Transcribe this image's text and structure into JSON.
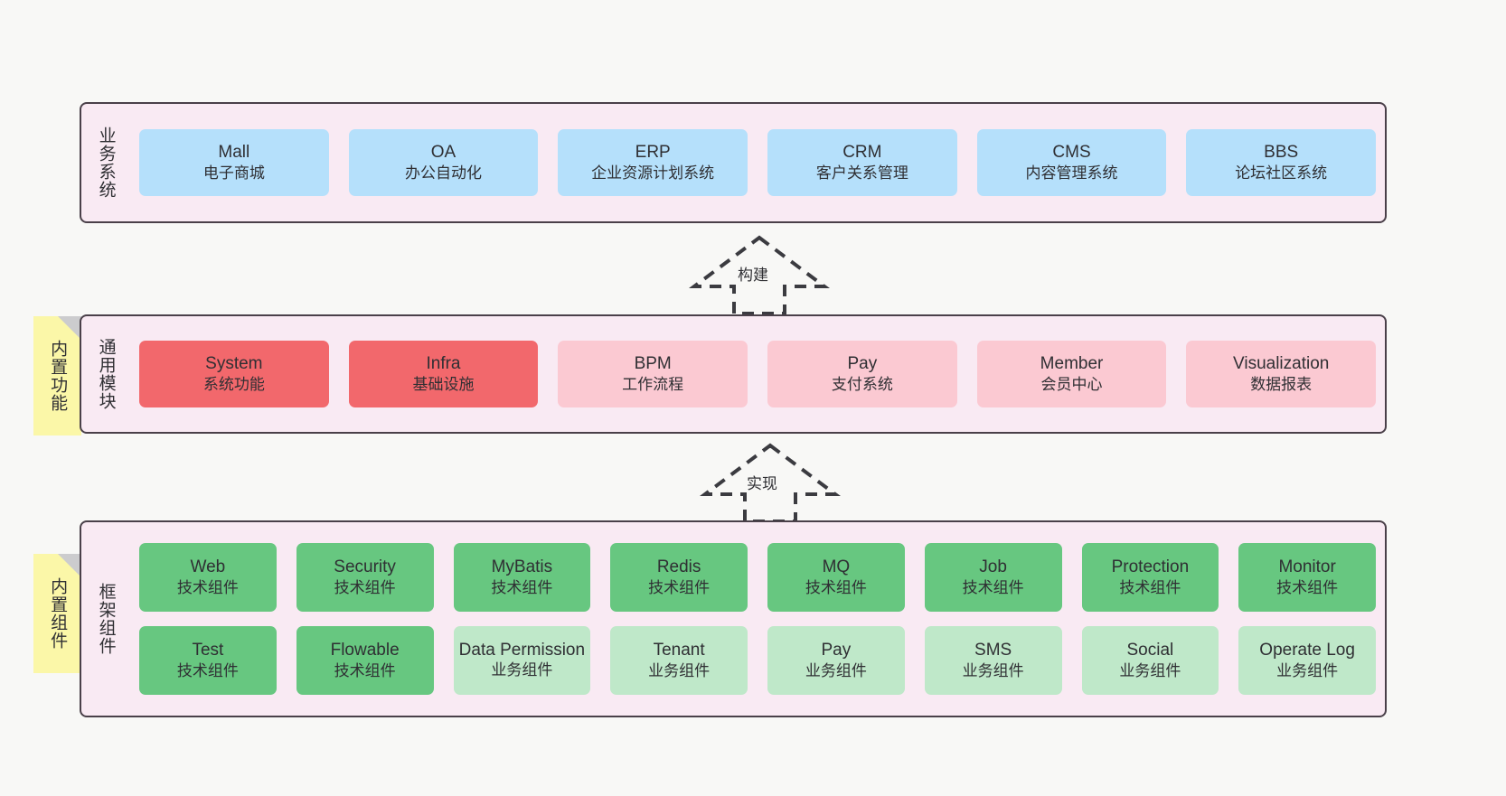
{
  "layers": [
    {
      "id": "business",
      "label": "业务系统",
      "rows": [
        {
          "cards": [
            {
              "en": "Mall",
              "cn": "电子商城",
              "color": "#b5e0fb"
            },
            {
              "en": "OA",
              "cn": "办公自动化",
              "color": "#b5e0fb"
            },
            {
              "en": "ERP",
              "cn": "企业资源计划系统",
              "color": "#b5e0fb"
            },
            {
              "en": "CRM",
              "cn": "客户关系管理",
              "color": "#b5e0fb"
            },
            {
              "en": "CMS",
              "cn": "内容管理系统",
              "color": "#b5e0fb"
            },
            {
              "en": "BBS",
              "cn": "论坛社区系统",
              "color": "#b5e0fb"
            }
          ]
        }
      ]
    },
    {
      "id": "modules",
      "label": "通用模块",
      "rows": [
        {
          "cards": [
            {
              "en": "System",
              "cn": "系统功能",
              "color": "#f2686c"
            },
            {
              "en": "Infra",
              "cn": "基础设施",
              "color": "#f2686c"
            },
            {
              "en": "BPM",
              "cn": "工作流程",
              "color": "#fbc9d2"
            },
            {
              "en": "Pay",
              "cn": "支付系统",
              "color": "#fbc9d2"
            },
            {
              "en": "Member",
              "cn": "会员中心",
              "color": "#fbc9d2"
            },
            {
              "en": "Visualization",
              "cn": "数据报表",
              "color": "#fbc9d2"
            }
          ]
        }
      ]
    },
    {
      "id": "framework",
      "label": "框架组件",
      "rows": [
        {
          "cards": [
            {
              "en": "Web",
              "cn": "技术组件",
              "color": "#67c780"
            },
            {
              "en": "Security",
              "cn": "技术组件",
              "color": "#67c780"
            },
            {
              "en": "MyBatis",
              "cn": "技术组件",
              "color": "#67c780"
            },
            {
              "en": "Redis",
              "cn": "技术组件",
              "color": "#67c780"
            },
            {
              "en": "MQ",
              "cn": "技术组件",
              "color": "#67c780"
            },
            {
              "en": "Job",
              "cn": "技术组件",
              "color": "#67c780"
            },
            {
              "en": "Protection",
              "cn": "技术组件",
              "color": "#67c780"
            },
            {
              "en": "Monitor",
              "cn": "技术组件",
              "color": "#67c780"
            }
          ]
        },
        {
          "cards": [
            {
              "en": "Test",
              "cn": "技术组件",
              "color": "#67c780"
            },
            {
              "en": "Flowable",
              "cn": "技术组件",
              "color": "#67c780"
            },
            {
              "en": "Data Permission",
              "cn": "业务组件",
              "color": "#bfe8c9"
            },
            {
              "en": "Tenant",
              "cn": "业务组件",
              "color": "#bfe8c9"
            },
            {
              "en": "Pay",
              "cn": "业务组件",
              "color": "#bfe8c9"
            },
            {
              "en": "SMS",
              "cn": "业务组件",
              "color": "#bfe8c9"
            },
            {
              "en": "Social",
              "cn": "业务组件",
              "color": "#bfe8c9"
            },
            {
              "en": "Operate Log",
              "cn": "业务组件",
              "color": "#bfe8c9"
            }
          ]
        }
      ]
    }
  ],
  "notes": [
    {
      "id": "functions",
      "label": "内置功能"
    },
    {
      "id": "components",
      "label": "内置组件"
    }
  ],
  "arrows": [
    {
      "id": "build",
      "label": "构建"
    },
    {
      "id": "impl",
      "label": "实现"
    }
  ],
  "colors": {
    "background": "#f8f8f6",
    "band_fill": "#f9eaf3",
    "band_border": "#4a4049",
    "note_fill": "#fbf7a8",
    "note_fold": "#ccccce",
    "blue": "#b5e0fb",
    "red": "#f2686c",
    "pink": "#fbc9d2",
    "green": "#67c780",
    "mint": "#bfe8c9",
    "arrow_stroke": "#3b3b40",
    "text": "#2f2f33"
  }
}
